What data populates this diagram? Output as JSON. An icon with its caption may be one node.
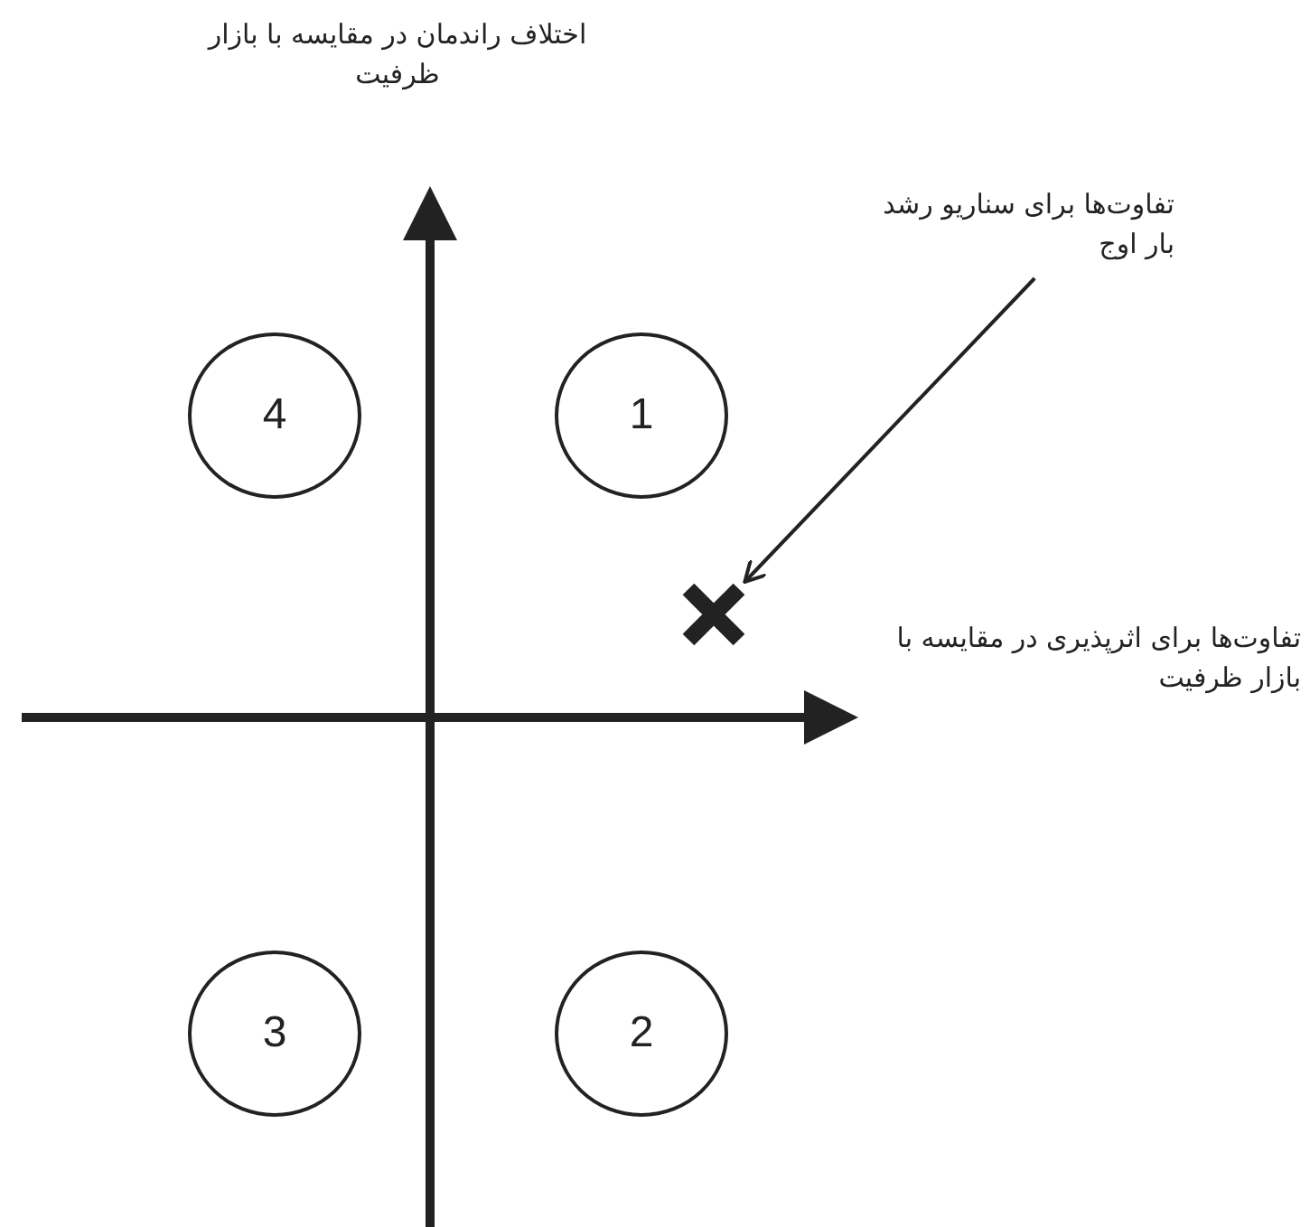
{
  "diagram": {
    "nodes": [
      {
        "text": [
          "تفاوت‌ها برای سناریو رشد بار اوج"
        ]
      },
      {
        "text": [
          "4"
        ]
      },
      {
        "text": [
          "1"
        ]
      },
      {
        "text": [],
        "shape": "cross"
      },
      {
        "text": [
          "3"
        ]
      },
      {
        "text": [
          "2"
        ]
      }
    ],
    "edges": [
      {
        "from": 0,
        "to": 3,
        "arrow": "to"
      }
    ],
    "labels": [
      "اختلاف راندمان در مقایسه با بازار ظرفیت",
      "تفاوت‌ها برای اثرپذیری در مقایسه با بازار ظرفیت"
    ]
  }
}
